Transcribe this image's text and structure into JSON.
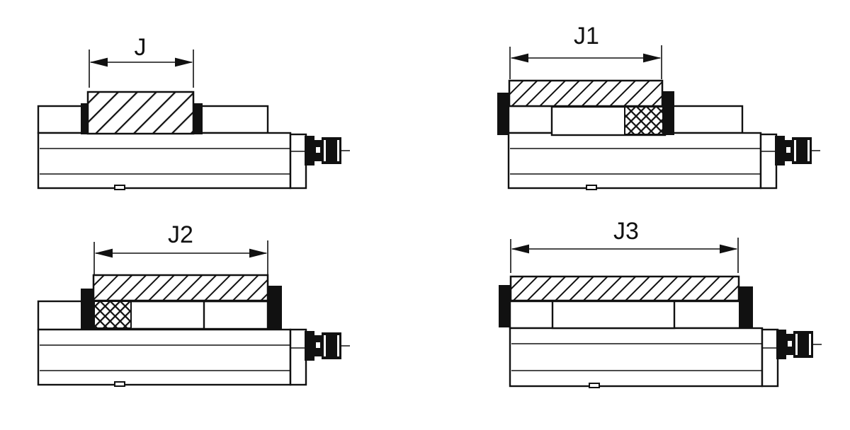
{
  "figure": {
    "panels": [
      {
        "id": "J",
        "label": "J",
        "position": "top-left",
        "description": "Workpiece clamped between standard jaws; short hatched block",
        "insert": "none"
      },
      {
        "id": "J1",
        "label": "J1",
        "position": "top-right",
        "description": "Moving jaw reversed outward; cross-hatched spacer on right",
        "insert": "cross-hatch right"
      },
      {
        "id": "J2",
        "label": "J2",
        "position": "bottom-left",
        "description": "Fixed jaw reversed; cross-hatched spacer on left",
        "insert": "cross-hatch left"
      },
      {
        "id": "J3",
        "label": "J3",
        "position": "bottom-right",
        "description": "Both jaws reversed outward; maximum clamping width",
        "insert": "none"
      }
    ],
    "colors": {
      "line": "#111111",
      "background": "#ffffff"
    }
  }
}
